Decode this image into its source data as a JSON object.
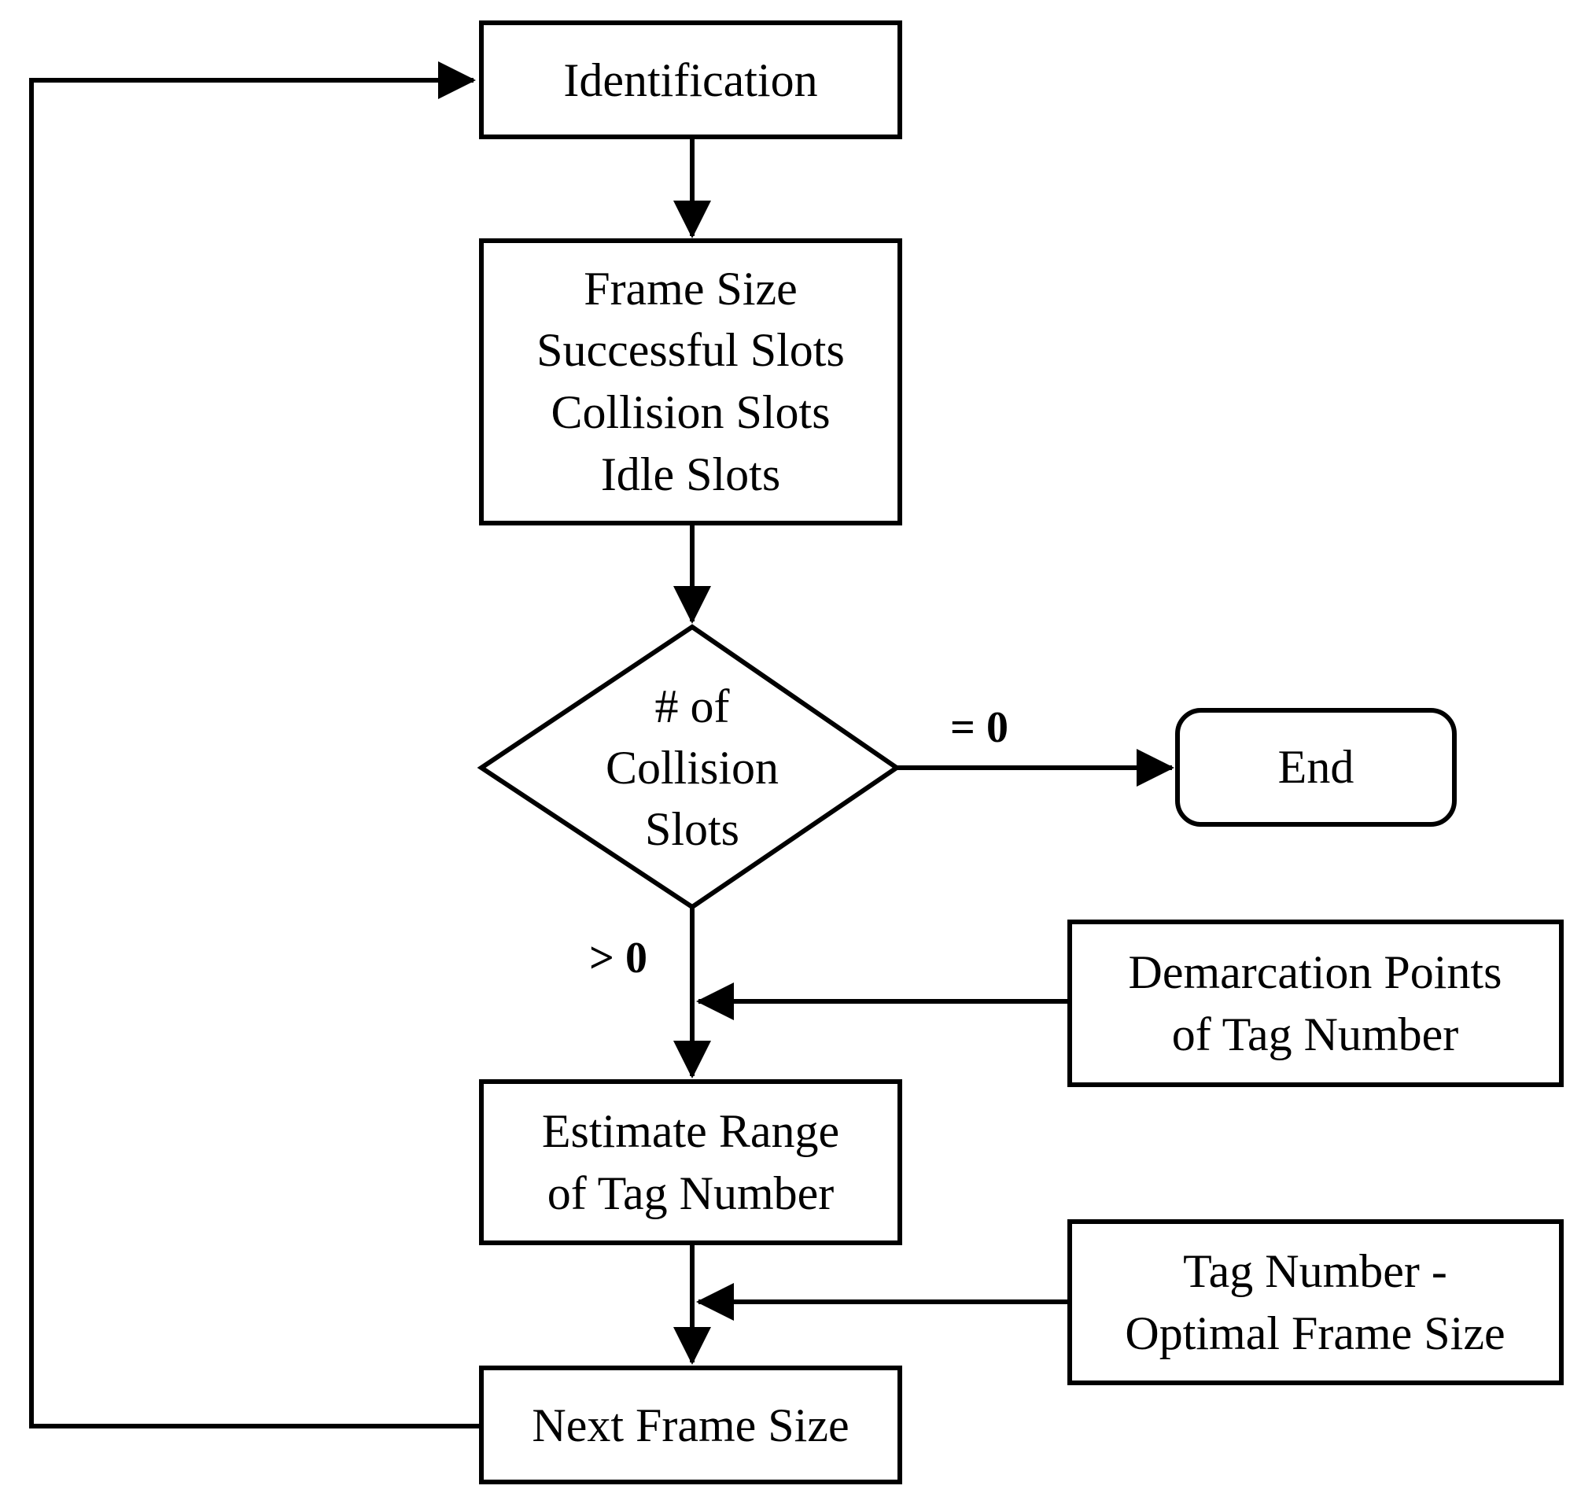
{
  "nodes": {
    "identification": {
      "lines": [
        "Identification"
      ]
    },
    "frame_stats": {
      "lines": [
        "Frame Size",
        "Successful Slots",
        "Collision Slots",
        "Idle Slots"
      ]
    },
    "decision": {
      "lines": [
        "# of",
        "Collision",
        "Slots"
      ]
    },
    "end": {
      "lines": [
        "End"
      ]
    },
    "demarcation": {
      "lines": [
        "Demarcation Points",
        "of Tag Number"
      ]
    },
    "estimate": {
      "lines": [
        "Estimate Range",
        "of Tag Number"
      ]
    },
    "tag_frame": {
      "lines": [
        "Tag Number -",
        "Optimal Frame Size"
      ]
    },
    "next_frame": {
      "lines": [
        "Next Frame Size"
      ]
    }
  },
  "edges": {
    "equals_zero_label": "= 0",
    "greater_zero_label": "> 0"
  },
  "colors": {
    "stroke": "#000000",
    "background": "#ffffff",
    "text": "#000000"
  }
}
